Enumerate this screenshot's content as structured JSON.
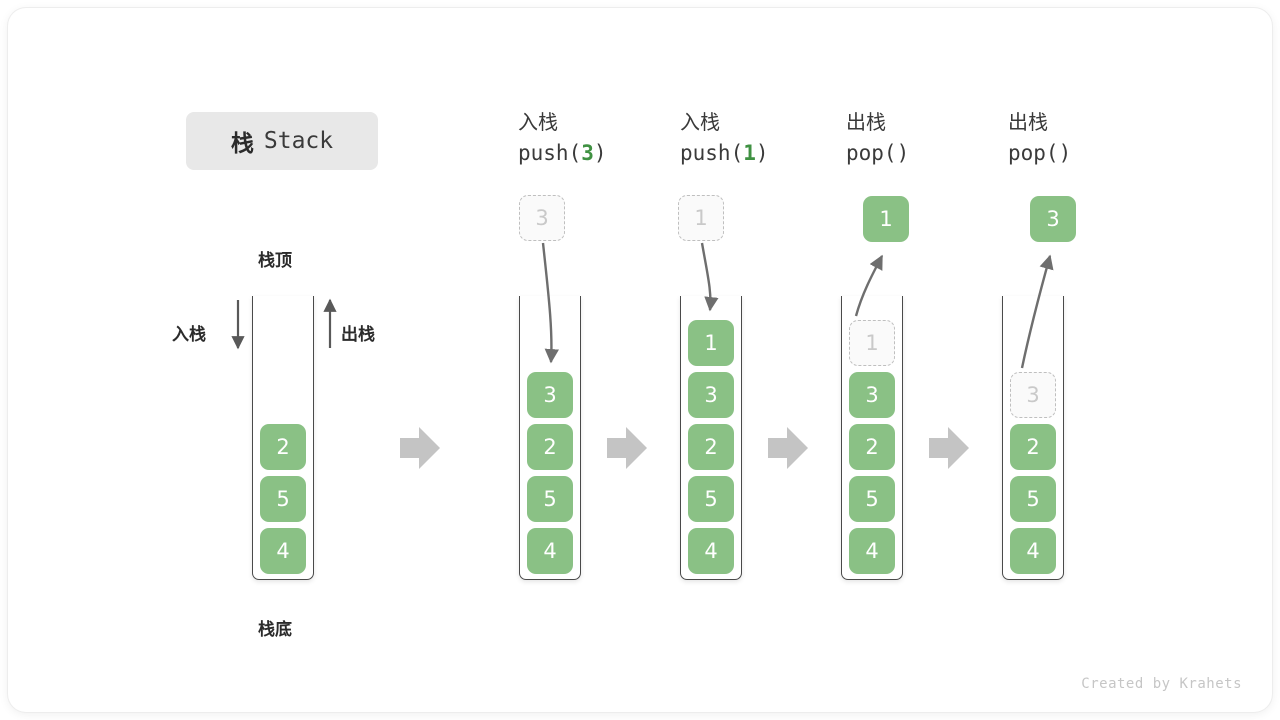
{
  "diagram": {
    "title_cn": "栈",
    "title_en": "Stack",
    "labels": {
      "top": "栈顶",
      "bottom": "栈底",
      "push": "入栈",
      "pop": "出栈"
    },
    "credit": "Created by Krahets",
    "colors": {
      "element_fill": "#8ac185",
      "element_text": "#ffffff",
      "ghost_fill": "#fafafa",
      "ghost_text": "#c9c9c9",
      "ghost_border": "#bfbfbf",
      "container_stroke": "#4a4a4a",
      "flow_arrow": "#c4c4c4",
      "op_arrow": "#6e6e6e",
      "accent_green": "#3f9142",
      "title_pill_bg": "#e8e8e8"
    }
  },
  "steps": [
    {
      "id": "initial",
      "header_cn": "",
      "header_code_prefix": "",
      "header_code_arg": "",
      "header_code_suffix": "",
      "stack": [
        "2",
        "5",
        "4"
      ],
      "ghost": null,
      "floating": null
    },
    {
      "id": "push-3",
      "header_cn": "入栈",
      "header_code_prefix": "push(",
      "header_code_arg": "3",
      "header_code_suffix": ")",
      "stack": [
        "3",
        "2",
        "5",
        "4"
      ],
      "ghost": null,
      "floating": {
        "value": "3",
        "kind": "ghost"
      }
    },
    {
      "id": "push-1",
      "header_cn": "入栈",
      "header_code_prefix": "push(",
      "header_code_arg": "1",
      "header_code_suffix": ")",
      "stack": [
        "1",
        "3",
        "2",
        "5",
        "4"
      ],
      "ghost": null,
      "floating": {
        "value": "1",
        "kind": "ghost"
      }
    },
    {
      "id": "pop-1",
      "header_cn": "出栈",
      "header_code_prefix": "pop(",
      "header_code_arg": "",
      "header_code_suffix": ")",
      "stack": [
        "3",
        "2",
        "5",
        "4"
      ],
      "ghost": "1",
      "floating": {
        "value": "1",
        "kind": "filled"
      }
    },
    {
      "id": "pop-3",
      "header_cn": "出栈",
      "header_code_prefix": "pop(",
      "header_code_arg": "",
      "header_code_suffix": ")",
      "stack": [
        "2",
        "5",
        "4"
      ],
      "ghost": "3",
      "floating": {
        "value": "3",
        "kind": "filled"
      }
    }
  ]
}
